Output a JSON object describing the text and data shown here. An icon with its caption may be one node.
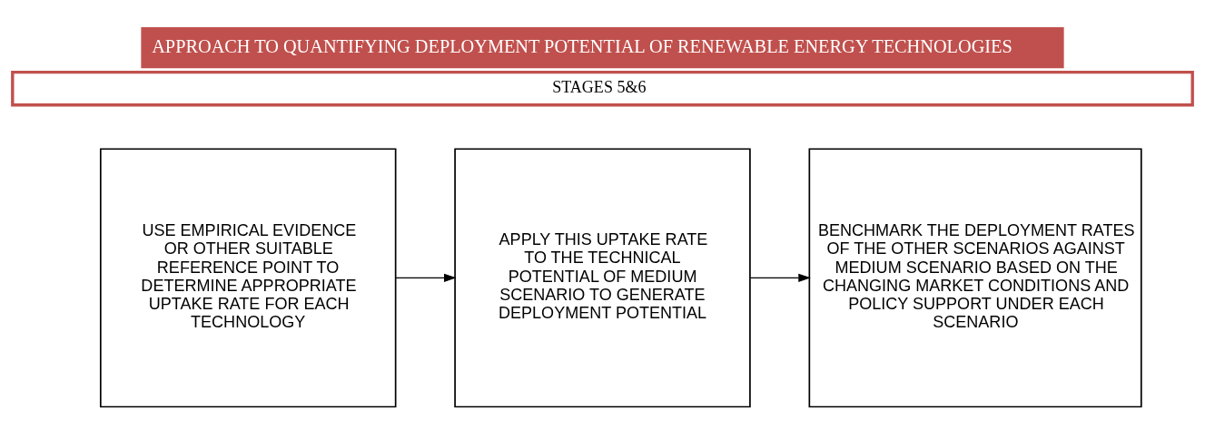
{
  "diagram": {
    "title": "APPROACH TO QUANTIFYING DEPLOYMENT POTENTIAL OF RENEWABLE ENERGY TECHNOLOGIES",
    "nodes": [
      {
        "text": [
          "STAGES 5&6"
        ]
      },
      {
        "text": [
          "USE EMPIRICAL EVIDENCE OR OTHER SUITABLE REFERENCE POINT TO DETERMINE APPROPRIATE UPTAKE RATE FOR EACH TECHNOLOGY"
        ]
      },
      {
        "text": [
          "APPLY THIS UPTAKE RATE TO THE TECHNICAL POTENTIAL OF MEDIUM SCENARIO TO GENERATE DEPLOYMENT POTENTIAL"
        ]
      },
      {
        "text": [
          "BENCHMARK THE DEPLOYMENT RATES OF THE OTHER SCENARIOS AGAINST MEDIUM SCENARIO BASED ON THE CHANGING MARKET CONDITIONS AND POLICY SUPPORT UNDER EACH SCENARIO"
        ]
      }
    ],
    "edges": [
      {
        "from": 1,
        "to": 2,
        "arrow": "to"
      },
      {
        "from": 2,
        "to": 3,
        "arrow": "to"
      }
    ]
  }
}
